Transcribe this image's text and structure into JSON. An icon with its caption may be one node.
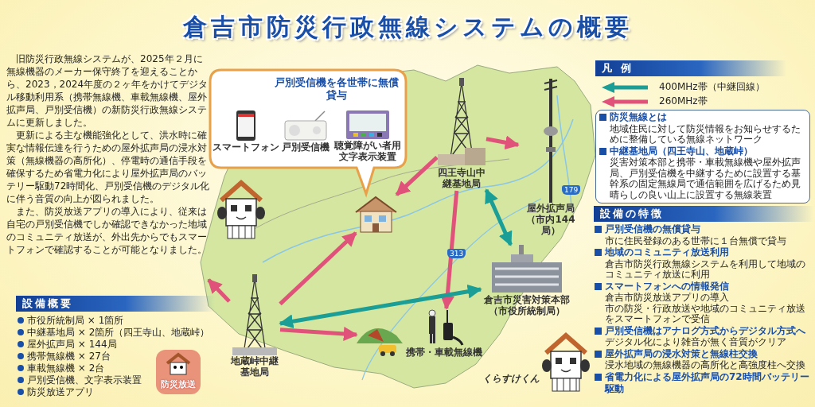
{
  "diagram": {
    "title": "倉吉市防災行政無線システムの概要",
    "nodes": [
      {
        "text": [
          "四王寺山中継基地局"
        ]
      },
      {
        "text": [
          "屋外拡声局（市内144局）"
        ]
      },
      {
        "text": [
          "倉吉市災害対策本部（市役所統制局）"
        ]
      },
      {
        "text": [
          "地蔵峠中継基地局"
        ]
      },
      {
        "text": [],
        "shape": "picture"
      },
      {
        "text": [],
        "shape": "picture"
      },
      {
        "text": [
          "携帯・車載無線機"
        ]
      },
      {
        "text": [
          "戸別受信機を各世帯に無償貸与"
        ]
      },
      {
        "text": [
          "スマートフォン"
        ],
        "in": 7
      },
      {
        "text": [
          "戸別受信機"
        ],
        "in": 7
      },
      {
        "text": [
          "聴覚障がい者用文字表示装置"
        ],
        "in": 7
      }
    ],
    "edges": [
      {
        "from": 0,
        "to": 4,
        "arrow": "to"
      },
      {
        "from": 0,
        "to": 6,
        "arrow": "to"
      },
      {
        "from": 0,
        "to": 1,
        "arrow": "to"
      },
      {
        "from": 0,
        "to": 2,
        "arrow": "both",
        "color": "#1a9e96"
      },
      {
        "from": 3,
        "to": 2,
        "arrow": "both",
        "color": "#1a9e96"
      },
      {
        "from": 3,
        "to": 4,
        "arrow": "to"
      },
      {
        "from": 3,
        "to": 5,
        "arrow": "to"
      },
      {
        "from": 3,
        "to": null,
        "arrow": "to"
      }
    ],
    "labels": [
      "旧防災行政無線システムが、2025年２月に無線機器のメーカー保守終了を迎えることから、2023，2024年度の２ヶ年をかけてデジタル移動利用系（携帯無線機、車載無線機、屋外拡声局、戸別受信機）の新防災行政無線システムに更新しました。",
      "更新による主な機能強化として、洪水時に確実な情報伝達を行うための屋外拡声局の浸水対策（無線機器の高所化）、停電時の通信手段を確保するため省電力化により屋外拡声局のバッテリー駆動72時間化、戸別受信機のデジタル化に伴う音質の向上が図られました。",
      "また、防災放送アプリの導入により、従来は自宅の戸別受信機でしか確認できなかった地域のコミュニティ放送が、外出先からでもスマートフォンで確認することが可能となりました。",
      "設備概要",
      "市役所統制局 × 1箇所",
      "中継基地局 × 2箇所（四王寺山、地蔵峠）",
      "屋外拡声局 × 144局",
      "携帯無線機 × 27台",
      "車載無線機 × 2台",
      "戸別受信機、文字表示装置",
      "防災放送アプリ",
      "防災放送",
      "179",
      "313",
      "くらすけくん",
      "凡 例",
      "防災無線とは",
      "地域住民に対して防災情報をお知らせするために整備している無線ネットワーク",
      "中継基地局（四王寺山、地蔵峠）",
      "災害対策本部と携帯・車載無線機や屋外拡声局、戸別受信機を中継するために設置する基幹系の固定無線局で通信範囲を広げるため見晴らしの良い山上に設置する無線装置",
      "設備の特徴",
      "戸別受信機の無償貸与",
      "市に住民登録のある世帯に１台無償で貸与",
      "地域のコミュニティ放送利用",
      "倉吉市防災行政無線システムを利用して地域のコミュニティ放送に利用",
      "スマートフォンへの情報発信",
      "倉吉市防災放送アプリの導入",
      "市の防災・行政放送や地域のコミュニティ放送をスマートフォンで受信",
      "戸別受信機はアナログ方式からデジタル方式へ",
      "デジタル化により雑音が無く音質がクリア",
      "屋外拡声局の浸水対策と無線柱交換",
      "浸水地域の無線機器の高所化と高強度柱へ交換",
      "省電力化による屋外拡声局の72時間バッテリー駆動"
    ],
    "legend": [
      {
        "text": "400MHz帯（中継回線）"
      },
      {
        "text": "260MHz帯"
      }
    ]
  }
}
